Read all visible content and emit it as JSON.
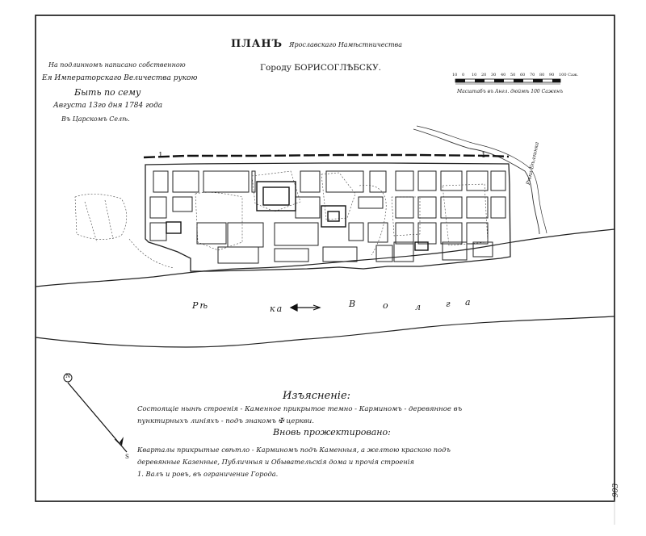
{
  "title": {
    "main": "ПЛАНЪ",
    "governorate": "Ярославскаго Намѣстничества",
    "city": "Городу БОРИСОГЛѢБСКУ."
  },
  "approval": {
    "line1": "На подлинномъ написано собственною",
    "line2": "Ея Императорскаго Величества рукою",
    "line3": "Быть по сему",
    "line4": "Августа 13го дня 1784 года",
    "line5": "Въ Царскомъ Селѣ."
  },
  "scale": {
    "ticks": [
      "10",
      "0",
      "10",
      "20",
      "30",
      "40",
      "50",
      "60",
      "70",
      "80",
      "90",
      "100 Саж."
    ],
    "caption": "Масштабъ въ Англ. дюймѣ 100 Саженъ"
  },
  "map_labels": {
    "river_stream": "Рѣка Бѣлгинка",
    "river_main": [
      "Рѣ",
      "ка",
      "В",
      "о",
      "л",
      "г",
      "а"
    ],
    "marker_1": "1",
    "marker_2": "1"
  },
  "legend": {
    "heading": "Изъясненіе:",
    "existing_line1": "Состоящіе нынѣ строенія - Каменное прикрытое темно - Карминомъ - деревянное въ",
    "existing_line2": "пунктирныхъ линіяхъ - подъ знакомъ ✠ церкви.",
    "proposed_heading": "Вновь прожектировано:",
    "proposed_line1": "Кварталы прикрытые свѣтло - Карминомъ подъ Каменныя, а желтою краскою подъ",
    "proposed_line2": "деревянные Казенные, Публичныя и Обывательскія дома и прочія строенія",
    "proposed_line3": "1. Валъ и ровъ, въ ограничение Города."
  },
  "compass": {
    "north": "N",
    "south": "S"
  },
  "page_number": "903"
}
